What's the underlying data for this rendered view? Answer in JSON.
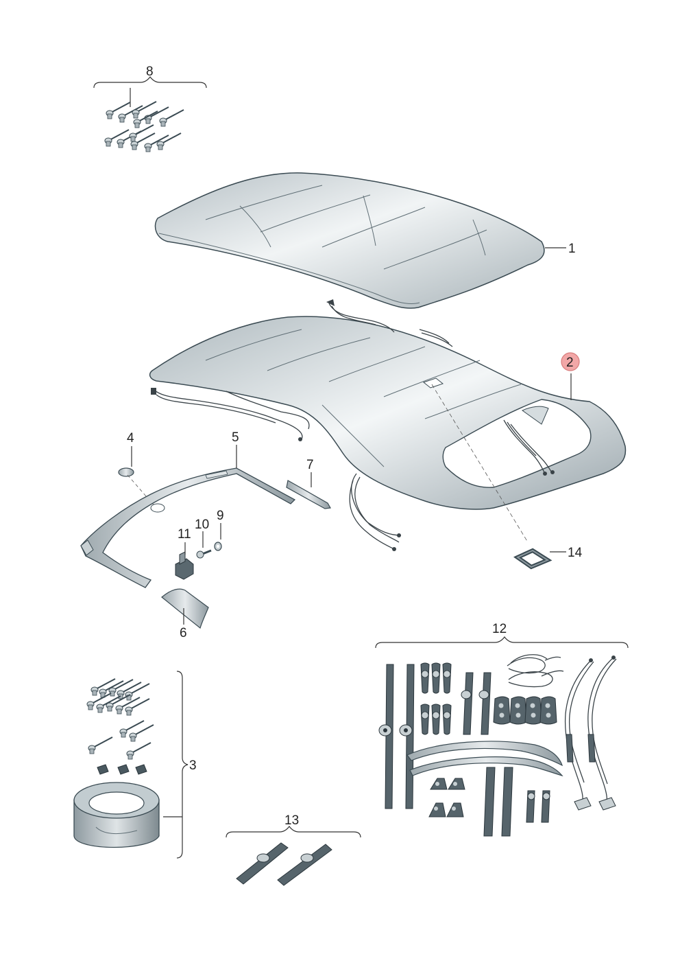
{
  "callouts": {
    "c1": "1",
    "c2": "2",
    "c3": "3",
    "c4": "4",
    "c5": "5",
    "c6": "6",
    "c7": "7",
    "c8": "8",
    "c9": "9",
    "c10": "10",
    "c11": "11",
    "c12": "12",
    "c13": "13",
    "c14": "14"
  },
  "colors": {
    "part_light": "#eef2f3",
    "part_mid": "#c2ccd0",
    "part_dark": "#4a5960",
    "highlight_badge": "#f2a7a7",
    "highlight_badge_stroke": "#d87c7c"
  },
  "highlighted_callout": "2"
}
